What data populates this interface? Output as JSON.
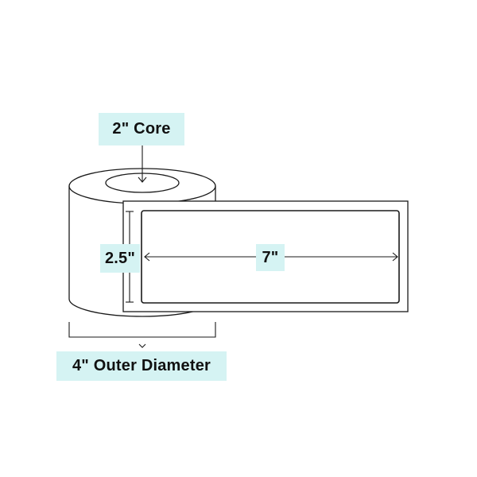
{
  "colors": {
    "label_background": "#d5f3f3",
    "stroke": "#1a1a1a",
    "background": "#ffffff"
  },
  "labels": {
    "core": "2\" Core",
    "height": "2.5\"",
    "width": "7\"",
    "outer_diameter": "4\" Outer Diameter"
  }
}
